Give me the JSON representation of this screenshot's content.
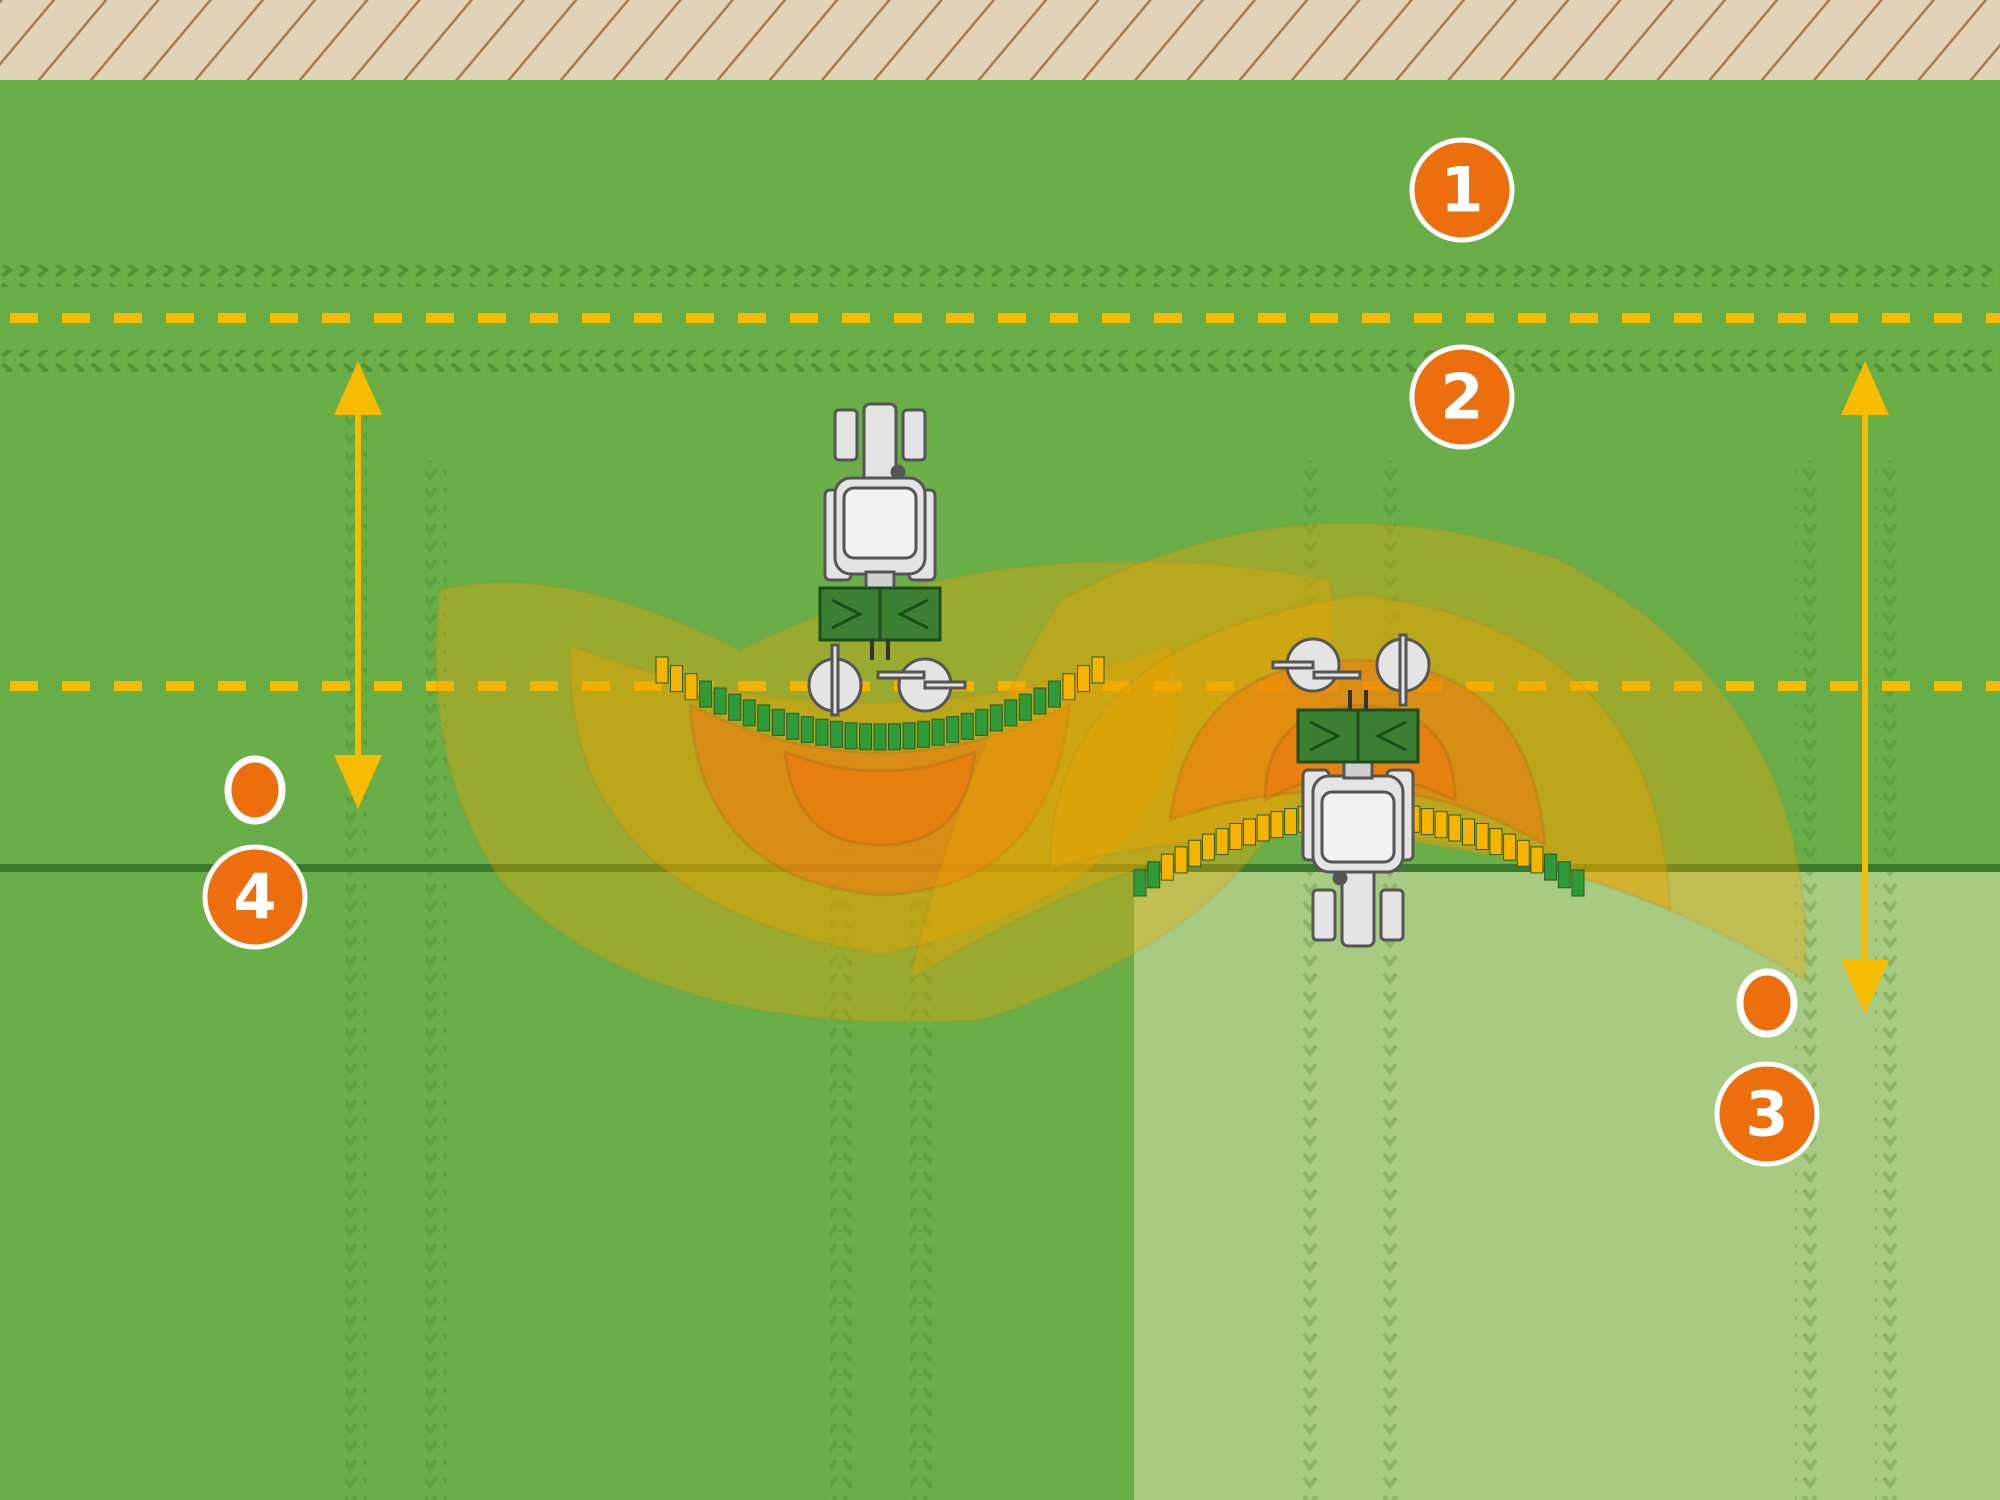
{
  "colors": {
    "grass": "#6aae48",
    "grass_processed": "#a7cb80",
    "headland_strip": "#e2d3b8",
    "hatch": "#a87a4e",
    "track": "#3e7c2e",
    "guide_line": "#f7bb00",
    "boundary_line": "#3b7a2d",
    "marker": "#ec6e0c",
    "spread_outer": "#f0a500",
    "spread_inner": "#f07a10",
    "nozzle_on": "#2f9a38",
    "nozzle_off": "#f5b400",
    "machine": "#e4e4e4",
    "hopper": "#3a7f32"
  },
  "markers": [
    {
      "id": "1",
      "label": "1"
    },
    {
      "id": "2",
      "label": "2"
    },
    {
      "id": "3",
      "label": "3"
    },
    {
      "id": "4",
      "label": "4"
    }
  ],
  "icons": {
    "tractor": "tractor-icon",
    "spreader": "fertilizer-spreader-icon",
    "arrow": "double-arrow-icon",
    "dot": "position-dot-icon"
  }
}
